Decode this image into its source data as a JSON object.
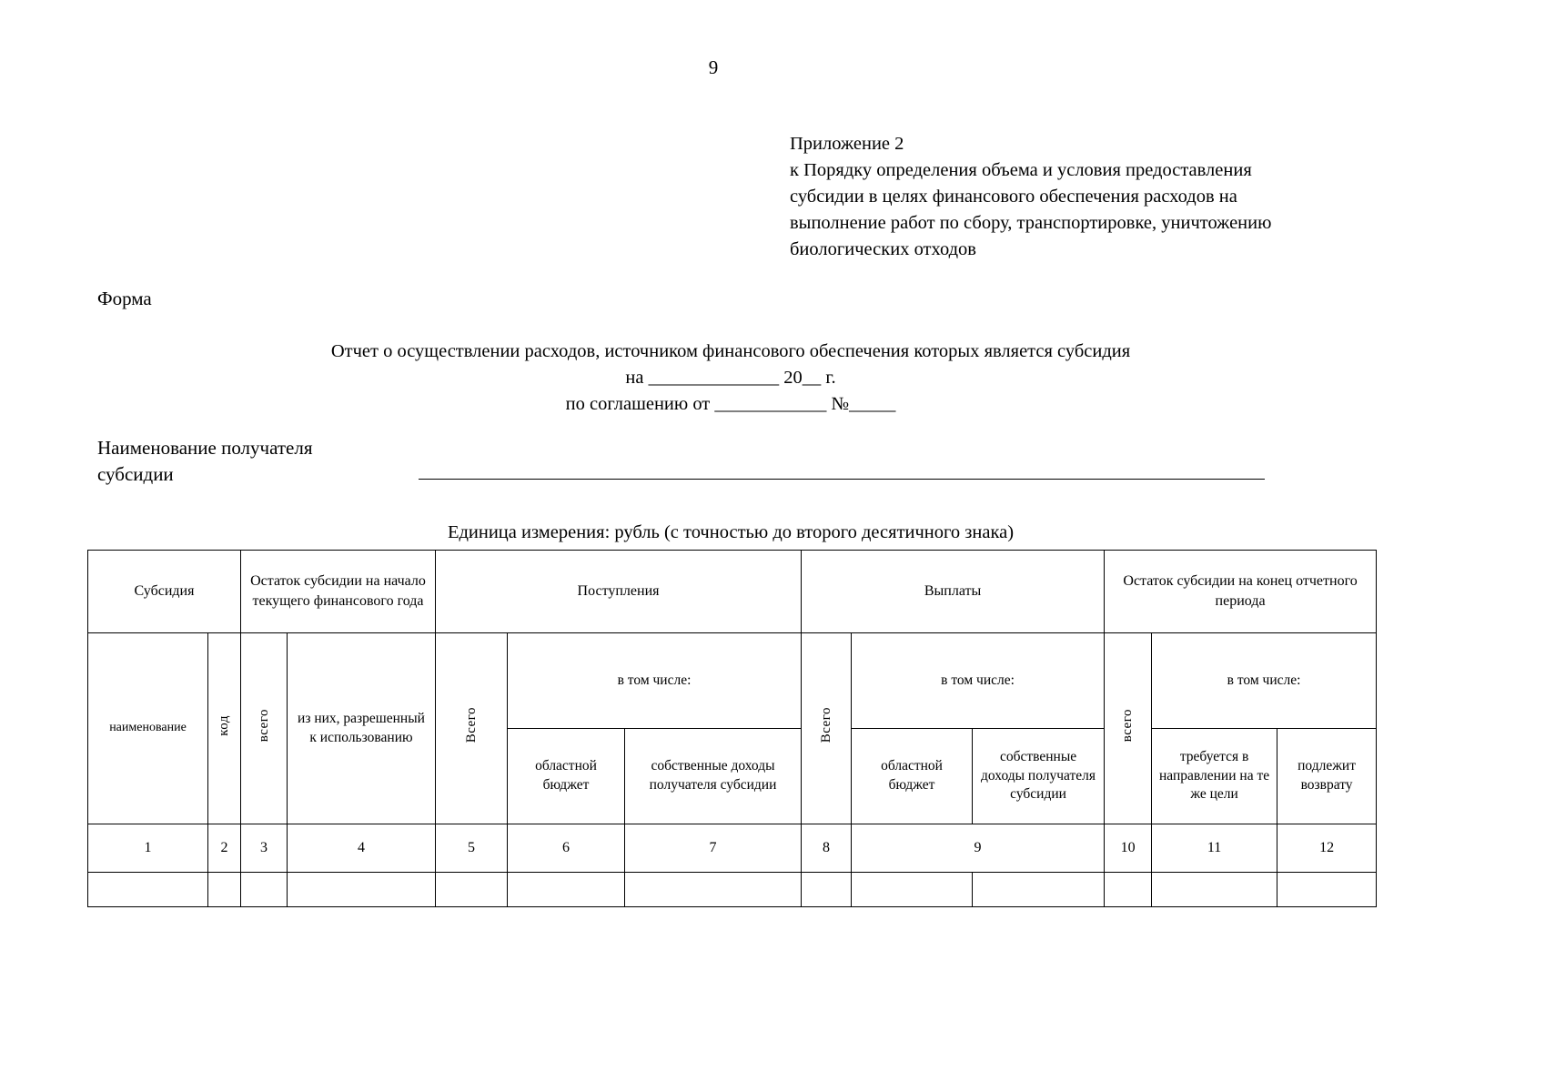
{
  "page": {
    "number": "9"
  },
  "appendix": {
    "lines": [
      "Приложение 2",
      "к Порядку определения объема и условия предоставления",
      "субсидии в целях финансового обеспечения расходов на",
      "выполнение работ по сбору, транспортировке, уничтожению",
      "биологических отходов"
    ]
  },
  "form_label": "Форма",
  "report": {
    "title": "Отчет о осуществлении расходов, источником финансового обеспечения которых является субсидия",
    "date_line": "на ______________ 20__ г.",
    "agreement_line": "по соглашению от ____________ №_____"
  },
  "recipient": {
    "label_line1": "Наименование получателя",
    "label_line2": "субсидии"
  },
  "units_caption": "Единица измерения: рубль (с точностью до второго десятичного знака)",
  "table": {
    "group_headers": {
      "subsidy": "Субсидия",
      "balance_start": "Остаток субсидии на начало текущего финансового года",
      "receipts": "Поступления",
      "payments": "Выплаты",
      "balance_end": "Остаток субсидии на конец отчетного периода"
    },
    "sub_headers": {
      "name": "наименование",
      "code": "код",
      "total_lc": "всего",
      "allowed_for_use": "из них, разрешенный к использованию",
      "total_uc": "Всего",
      "including": "в том числе:",
      "regional_budget": "областной бюджет",
      "own_income": "собственные доходы получателя субсидии",
      "redirect_same_goals": "требуется в направлении на те же цели",
      "subject_to_return": "подлежит возврату"
    },
    "column_numbers": [
      "1",
      "2",
      "3",
      "4",
      "5",
      "6",
      "7",
      "8",
      "9",
      "10",
      "11",
      "12"
    ]
  }
}
